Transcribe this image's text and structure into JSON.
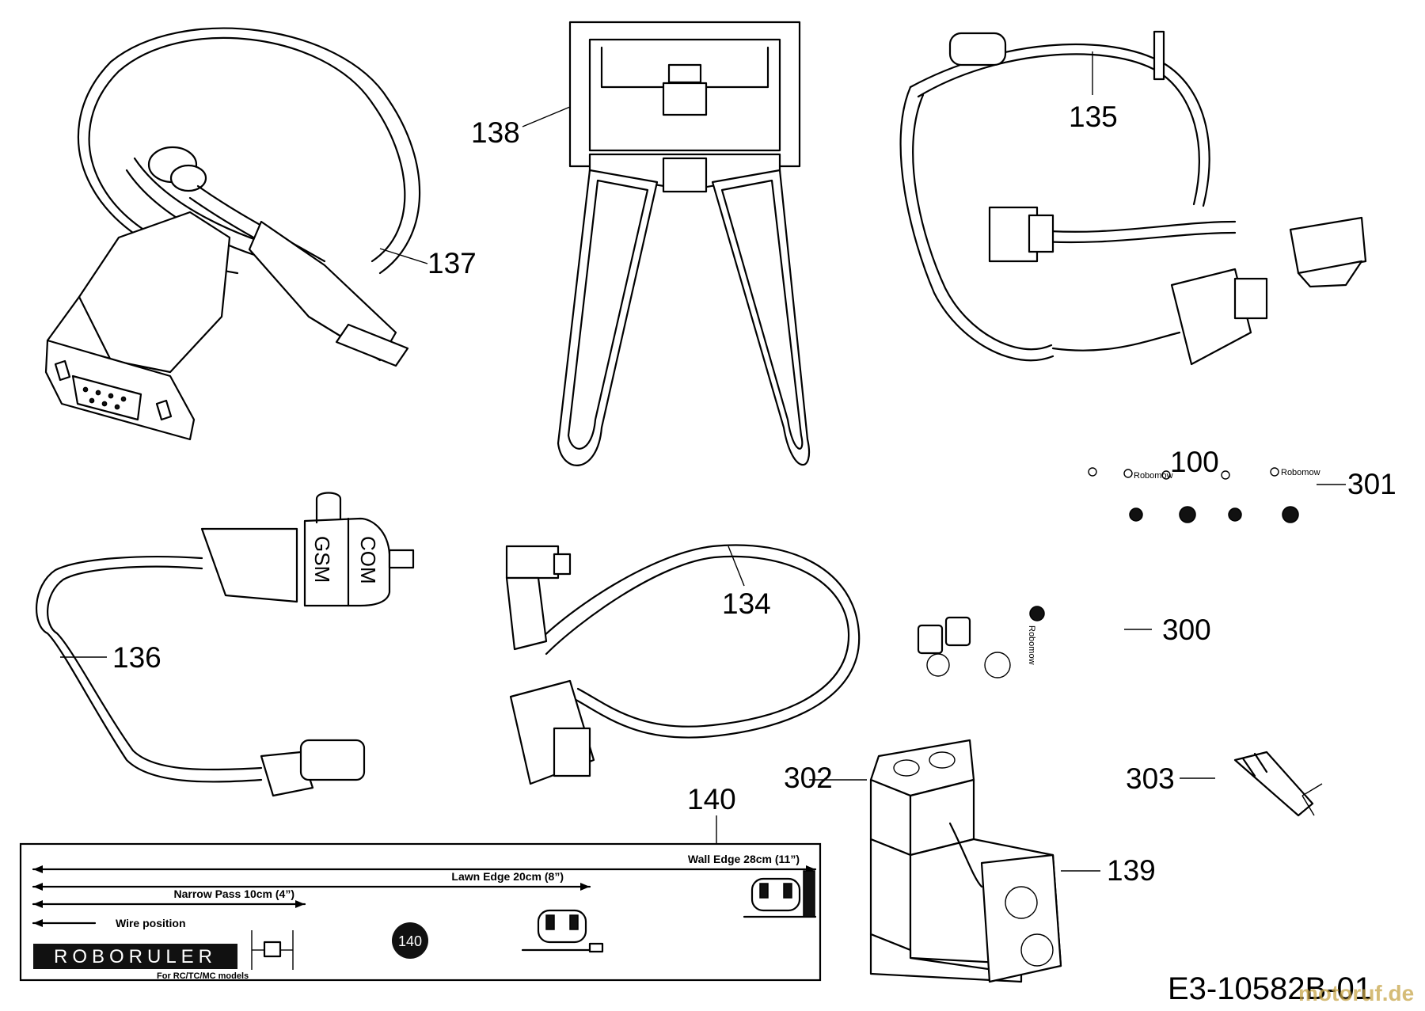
{
  "callouts": {
    "c100": "100",
    "c134": "134",
    "c135": "135",
    "c136": "136",
    "c137": "137",
    "c138": "138",
    "c139": "139",
    "c140": "140",
    "c140_badge": "140",
    "c300": "300",
    "c301": "301",
    "c302": "302",
    "c303": "303"
  },
  "connector_labels": {
    "gsm": "GSM",
    "com": "COM"
  },
  "roboruler": {
    "wall_edge": "Wall Edge 28cm (11”)",
    "lawn_edge": "Lawn Edge 20cm (8”)",
    "narrow_pass": "Narrow Pass 10cm (4”)",
    "wire_position": "Wire position",
    "logo": "ROBORULER",
    "models": "For RC/TC/MC models"
  },
  "sticker_brand": "Robomow",
  "drawing_number": "E3-10582B-01",
  "watermark": "motoruf.de",
  "colors": {
    "line": "#000000",
    "background": "#ffffff",
    "watermark": "#c8a64a"
  }
}
